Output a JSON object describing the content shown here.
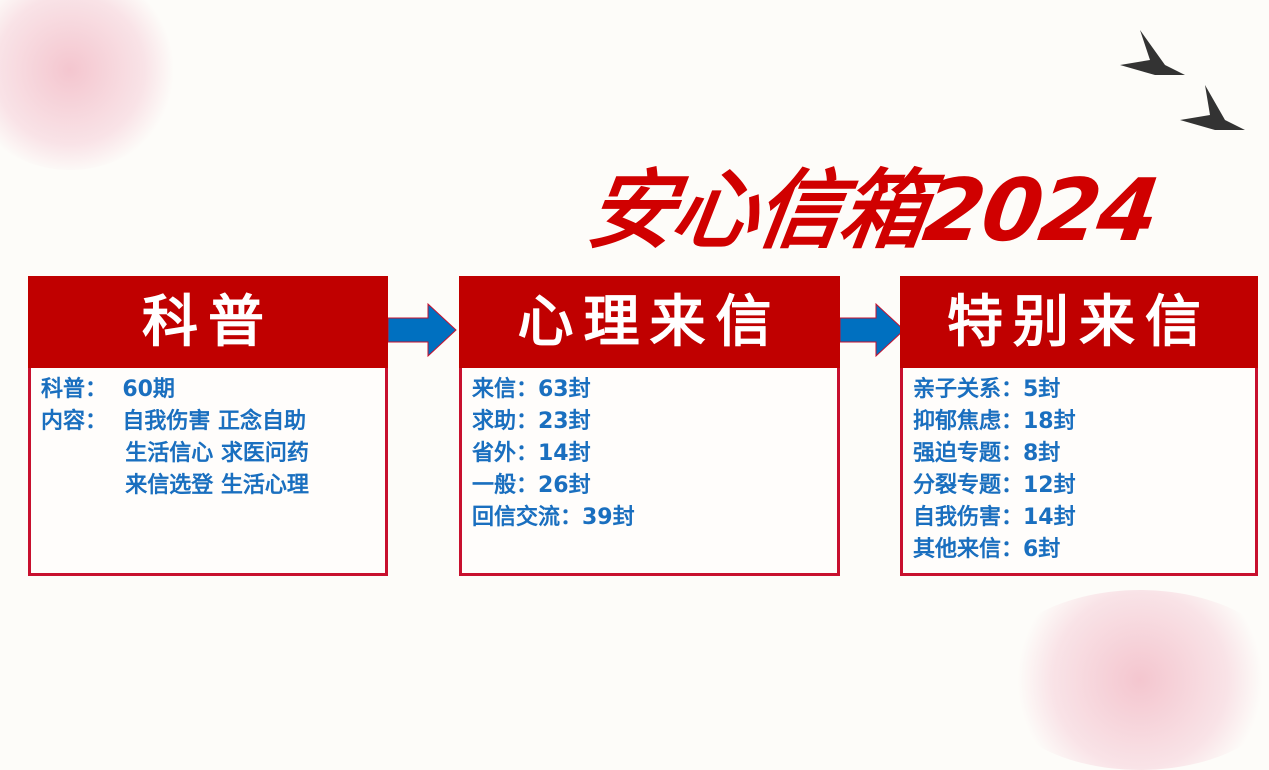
{
  "title": "安心信箱2024",
  "boxes": [
    {
      "heading": "科普",
      "lines": [
        "科普：  60期",
        "内容：  自我伤害 正念自助",
        "           生活信心 求医问药",
        "           来信选登 生活心理"
      ]
    },
    {
      "heading": "心理来信",
      "lines": [
        "来信：63封",
        "求助：23封",
        "省外：14封",
        "一般：26封",
        "回信交流：39封"
      ]
    },
    {
      "heading": "特别来信",
      "lines": [
        "亲子关系：5封",
        "抑郁焦虑：18封",
        "强迫专题：8封",
        "分裂专题：12封",
        "自我伤害：14封",
        "其他来信：6封"
      ]
    }
  ],
  "colors": {
    "red": "#c00000",
    "blue": "#1a6fbf",
    "arrow": "#0070c0"
  }
}
